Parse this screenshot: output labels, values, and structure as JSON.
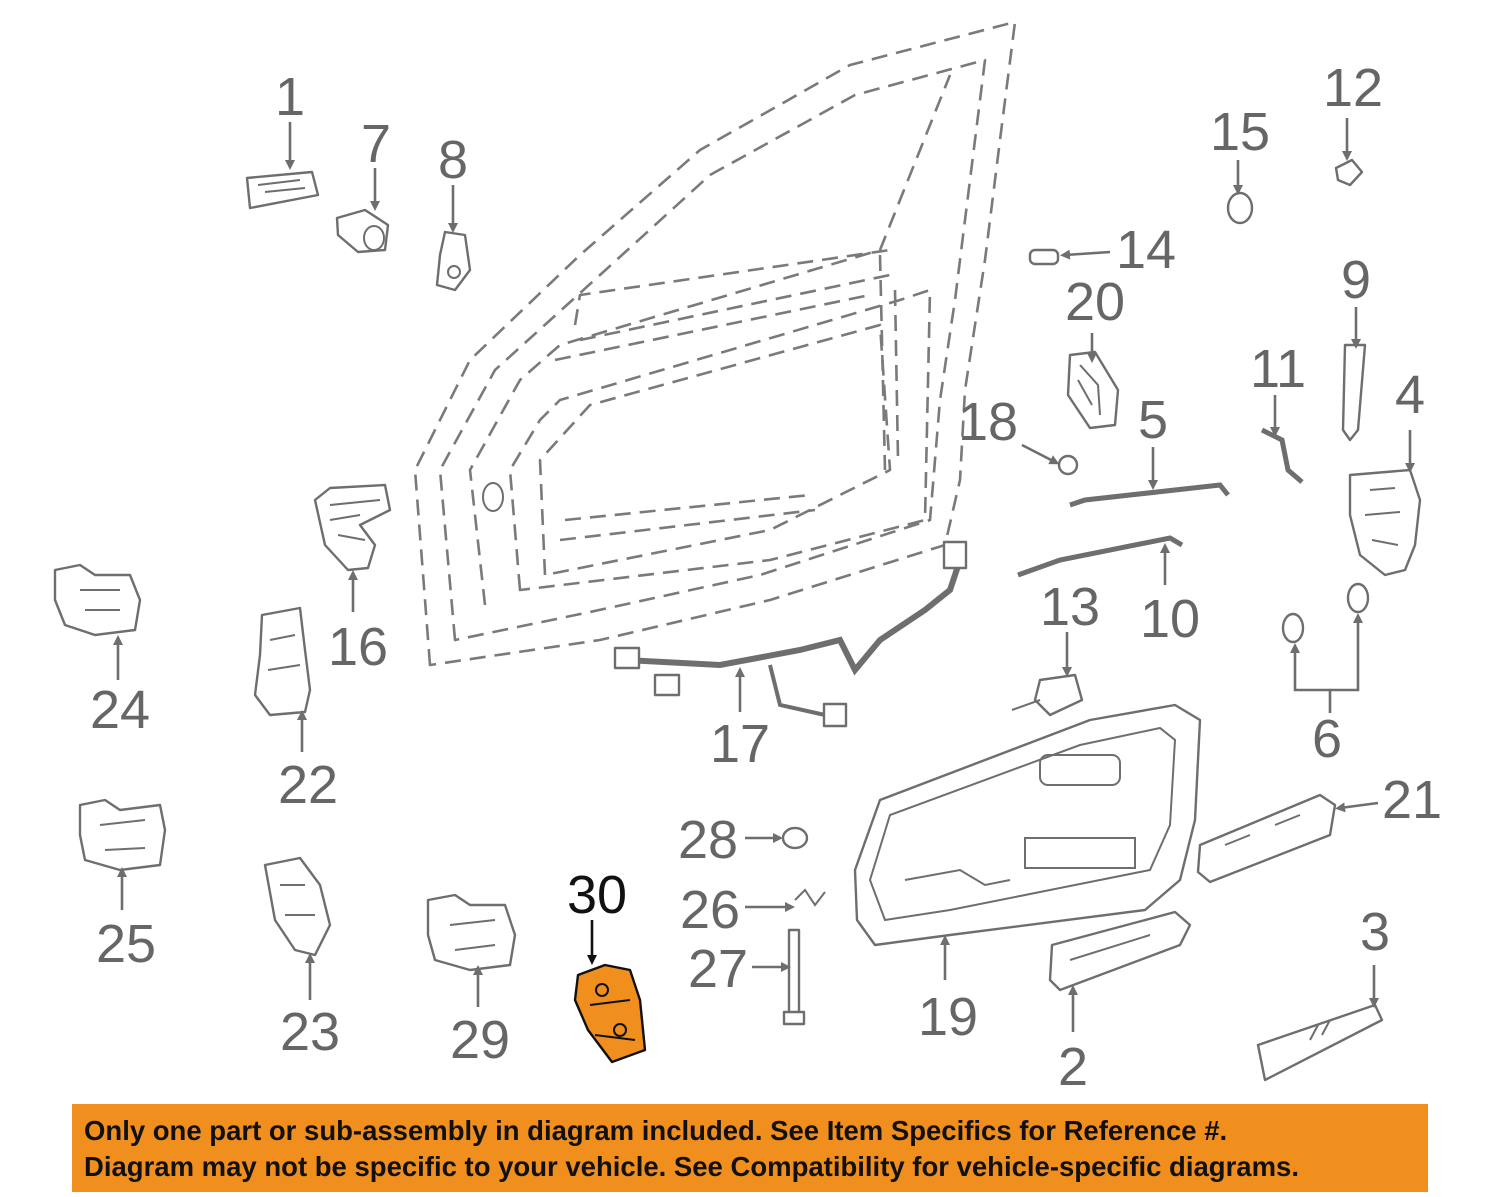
{
  "diagram": {
    "highlight_color": "#f08e1e",
    "highlighted_part": "30",
    "callouts": [
      {
        "id": "1",
        "label": "1"
      },
      {
        "id": "2",
        "label": "2"
      },
      {
        "id": "3",
        "label": "3"
      },
      {
        "id": "4",
        "label": "4"
      },
      {
        "id": "5",
        "label": "5"
      },
      {
        "id": "6",
        "label": "6"
      },
      {
        "id": "7",
        "label": "7"
      },
      {
        "id": "8",
        "label": "8"
      },
      {
        "id": "9",
        "label": "9"
      },
      {
        "id": "10",
        "label": "10"
      },
      {
        "id": "11",
        "label": "11"
      },
      {
        "id": "12",
        "label": "12"
      },
      {
        "id": "13",
        "label": "13"
      },
      {
        "id": "14",
        "label": "14"
      },
      {
        "id": "15",
        "label": "15"
      },
      {
        "id": "16",
        "label": "16"
      },
      {
        "id": "17",
        "label": "17"
      },
      {
        "id": "18",
        "label": "18"
      },
      {
        "id": "19",
        "label": "19"
      },
      {
        "id": "20",
        "label": "20"
      },
      {
        "id": "21",
        "label": "21"
      },
      {
        "id": "22",
        "label": "22"
      },
      {
        "id": "23",
        "label": "23"
      },
      {
        "id": "24",
        "label": "24"
      },
      {
        "id": "25",
        "label": "25"
      },
      {
        "id": "26",
        "label": "26"
      },
      {
        "id": "27",
        "label": "27"
      },
      {
        "id": "28",
        "label": "28"
      },
      {
        "id": "29",
        "label": "29"
      },
      {
        "id": "30",
        "label": "30"
      }
    ]
  },
  "notice": {
    "line1": "Only one part or sub-assembly in diagram included. See Item Specifics for Reference #.",
    "line2": "Diagram may not be specific to your vehicle. See Compatibility for vehicle-specific diagrams."
  }
}
